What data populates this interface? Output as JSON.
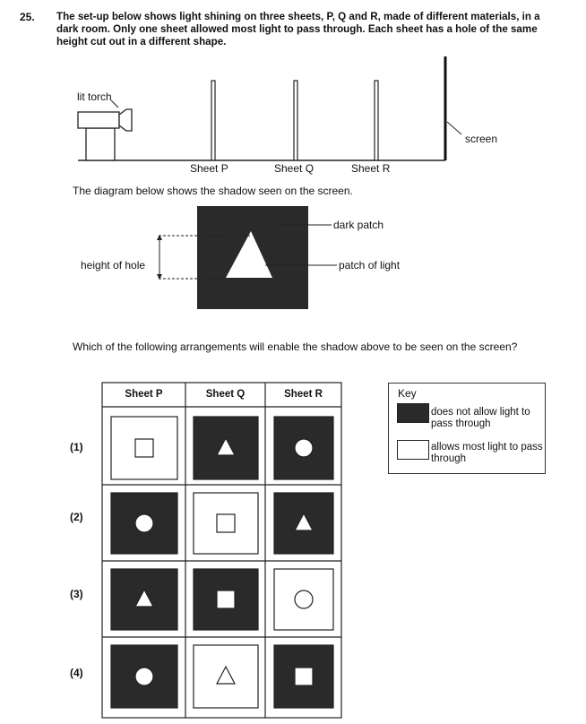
{
  "question": {
    "number": "25.",
    "intro": "The set-up below shows light shining on three sheets, P, Q and R, made of different materials, in a dark room. Only one sheet allowed most light to pass through. Each sheet has a hole of the same height cut out in a different shape."
  },
  "setup": {
    "torch_label": "lit torch",
    "screen_label": "screen",
    "sheet_labels": [
      "Sheet P",
      "Sheet Q",
      "Sheet R"
    ]
  },
  "shadow": {
    "caption": "The diagram below shows the shadow seen on the screen.",
    "dark_patch_label": "dark patch",
    "light_patch_label": "patch of light",
    "height_label": "height of hole"
  },
  "options": {
    "prompt": "Which of the following arrangements will enable the shadow above to be seen on the screen?",
    "headers": [
      "Sheet P",
      "Sheet Q",
      "Sheet R"
    ],
    "rows": [
      {
        "label": "(1)",
        "cells": [
          {
            "material": "light",
            "shape": "square"
          },
          {
            "material": "dark",
            "shape": "triangle"
          },
          {
            "material": "dark",
            "shape": "circle"
          }
        ]
      },
      {
        "label": "(2)",
        "cells": [
          {
            "material": "dark",
            "shape": "circle"
          },
          {
            "material": "light",
            "shape": "square"
          },
          {
            "material": "dark",
            "shape": "triangle"
          }
        ]
      },
      {
        "label": "(3)",
        "cells": [
          {
            "material": "dark",
            "shape": "triangle"
          },
          {
            "material": "dark",
            "shape": "square"
          },
          {
            "material": "light",
            "shape": "circle"
          }
        ]
      },
      {
        "label": "(4)",
        "cells": [
          {
            "material": "dark",
            "shape": "circle"
          },
          {
            "material": "light",
            "shape": "triangle"
          },
          {
            "material": "dark",
            "shape": "square"
          }
        ]
      }
    ]
  },
  "key": {
    "title": "Key",
    "dark_text": "does not allow light to pass through",
    "light_text": "allows most light to pass through"
  },
  "colors": {
    "dark_material": "#2a2a2a",
    "outline": "#222222"
  }
}
